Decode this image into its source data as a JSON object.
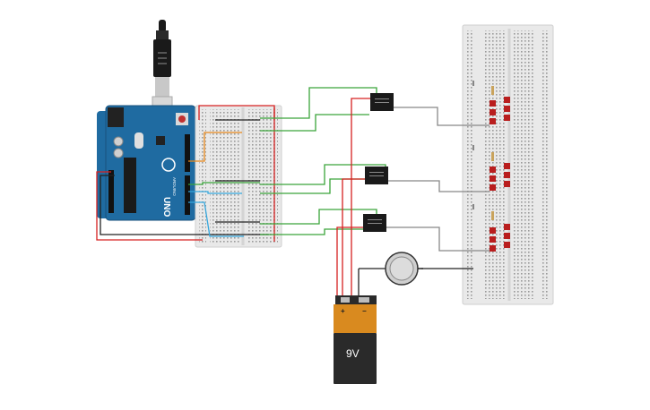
{
  "battery": {
    "label": "9V",
    "plus": "+",
    "minus": "−"
  },
  "arduino": {
    "model": "UNO",
    "brand": "ARDUINO"
  },
  "colors": {
    "board": "#1f6ba1",
    "breadboard": "#e9e9e9",
    "wire_red": "#d62020",
    "wire_green": "#3aa53a",
    "wire_black": "#222222",
    "wire_gray": "#888888",
    "wire_orange": "#e8891c",
    "wire_blue": "#35a7dd",
    "led": "#b91e1e",
    "battery_top": "#d98a1f"
  },
  "relays": [
    {
      "id": "relay-1"
    },
    {
      "id": "relay-2"
    },
    {
      "id": "relay-3"
    }
  ],
  "led_groups": [
    {
      "id": "led-group-1"
    },
    {
      "id": "led-group-2"
    },
    {
      "id": "led-group-3"
    }
  ]
}
